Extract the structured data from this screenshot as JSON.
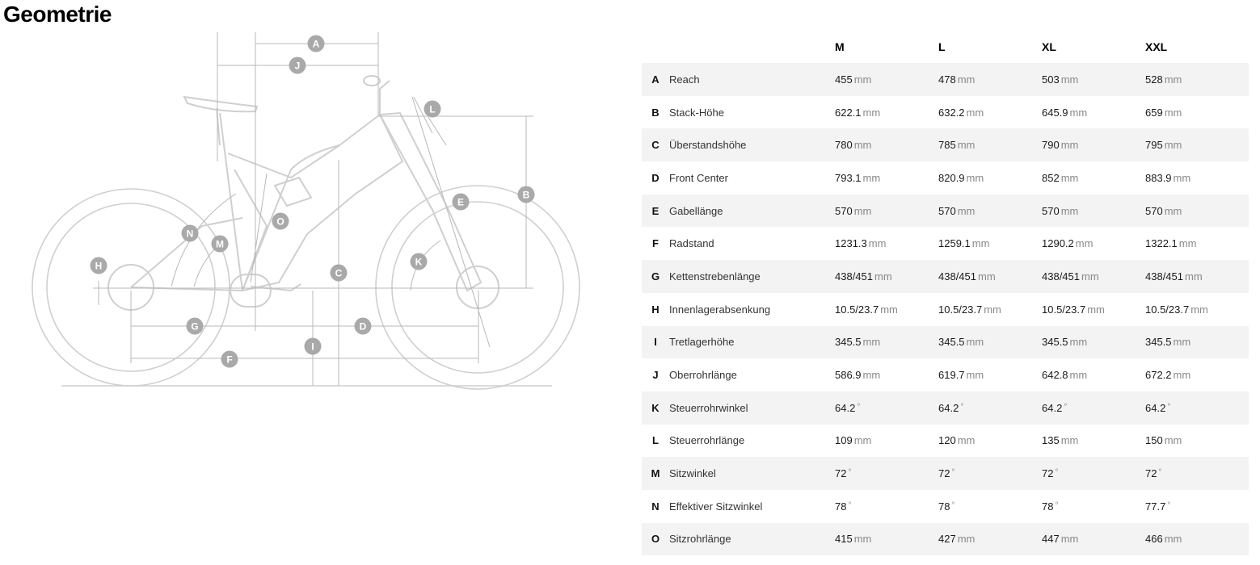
{
  "page": {
    "title": "Geometrie"
  },
  "diagram": {
    "markers": [
      "A",
      "B",
      "C",
      "D",
      "E",
      "F",
      "G",
      "H",
      "I",
      "J",
      "K",
      "L",
      "M",
      "N",
      "O"
    ]
  },
  "table": {
    "sizes": [
      "M",
      "L",
      "XL",
      "XXL"
    ],
    "rows": [
      {
        "letter": "A",
        "label": "Reach",
        "unit": "mm",
        "values": [
          "455",
          "478",
          "503",
          "528"
        ]
      },
      {
        "letter": "B",
        "label": "Stack-Höhe",
        "unit": "mm",
        "values": [
          "622.1",
          "632.2",
          "645.9",
          "659"
        ]
      },
      {
        "letter": "C",
        "label": "Überstandshöhe",
        "unit": "mm",
        "values": [
          "780",
          "785",
          "790",
          "795"
        ]
      },
      {
        "letter": "D",
        "label": "Front Center",
        "unit": "mm",
        "values": [
          "793.1",
          "820.9",
          "852",
          "883.9"
        ]
      },
      {
        "letter": "E",
        "label": "Gabellänge",
        "unit": "mm",
        "values": [
          "570",
          "570",
          "570",
          "570"
        ]
      },
      {
        "letter": "F",
        "label": "Radstand",
        "unit": "mm",
        "values": [
          "1231.3",
          "1259.1",
          "1290.2",
          "1322.1"
        ]
      },
      {
        "letter": "G",
        "label": "Kettenstrebenlänge",
        "unit": "mm",
        "values": [
          "438/451",
          "438/451",
          "438/451",
          "438/451"
        ]
      },
      {
        "letter": "H",
        "label": "Innenlagerabsenkung",
        "unit": "mm",
        "values": [
          "10.5/23.7",
          "10.5/23.7",
          "10.5/23.7",
          "10.5/23.7"
        ]
      },
      {
        "letter": "I",
        "label": "Tretlagerhöhe",
        "unit": "mm",
        "values": [
          "345.5",
          "345.5",
          "345.5",
          "345.5"
        ]
      },
      {
        "letter": "J",
        "label": "Oberrohrlänge",
        "unit": "mm",
        "values": [
          "586.9",
          "619.7",
          "642.8",
          "672.2"
        ]
      },
      {
        "letter": "K",
        "label": "Steuerrohrwinkel",
        "unit": "°",
        "values": [
          "64.2",
          "64.2",
          "64.2",
          "64.2"
        ]
      },
      {
        "letter": "L",
        "label": "Steuerrohrlänge",
        "unit": "mm",
        "values": [
          "109",
          "120",
          "135",
          "150"
        ]
      },
      {
        "letter": "M",
        "label": "Sitzwinkel",
        "unit": "°",
        "values": [
          "72",
          "72",
          "72",
          "72"
        ]
      },
      {
        "letter": "N",
        "label": "Effektiver Sitzwinkel",
        "unit": "°",
        "values": [
          "78",
          "78",
          "78",
          "77.7"
        ]
      },
      {
        "letter": "O",
        "label": "Sitzrohrlänge",
        "unit": "mm",
        "values": [
          "415",
          "427",
          "447",
          "466"
        ]
      }
    ]
  }
}
